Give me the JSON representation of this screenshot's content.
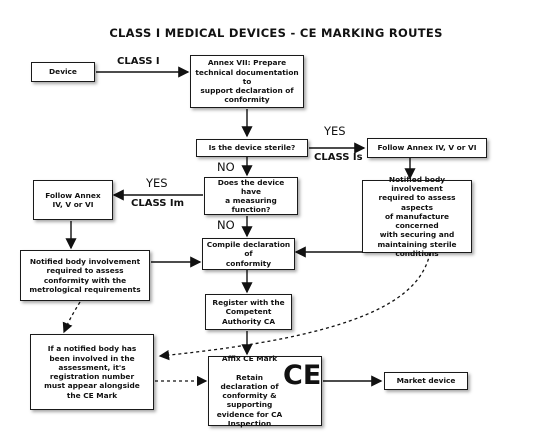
{
  "title": "CLASS I MEDICAL DEVICES - CE MARKING ROUTES",
  "boxes": {
    "device": "Device",
    "annex_vii": "Annex VII: Prepare\ntechnical documentation to\nsupport declaration of\nconformity",
    "sterile_q": "Is the device sterile?",
    "follow_annex_sterile": "Follow Annex IV, V or VI",
    "measuring_q": "Does the device have\na measuring\nfunction?",
    "follow_annex_measuring": "Follow Annex\nIV, V or VI",
    "nb_sterile": "Notified body involvement\nrequired to assess aspects\nof manufacture concerned\nwith securing and\nmaintaining sterile\nconditions",
    "compile": "Compile declaration of\nconformity",
    "nb_metrology": "Notified body involvement\nrequired to assess\nconformity with the\nmetrological requirements",
    "register": "Register with the\nCompetent Authority CA",
    "nb_number": "If a notified body has\nbeen involved in the\nassessment, it's\nregistration number\nmust appear alongside\nthe CE Mark",
    "affix": "Affix CE Mark\n\nRetain declaration of\nconformity & supporting\nevidence for CA Inspection",
    "market": "Market device"
  },
  "labels": {
    "class_i": "CLASS I",
    "yes_sterile": "YES",
    "class_is": "CLASS Is",
    "no_sterile": "NO",
    "yes_measuring": "YES",
    "class_im": "CLASS Im",
    "no_measuring": "NO"
  },
  "ce_mark": "CE"
}
